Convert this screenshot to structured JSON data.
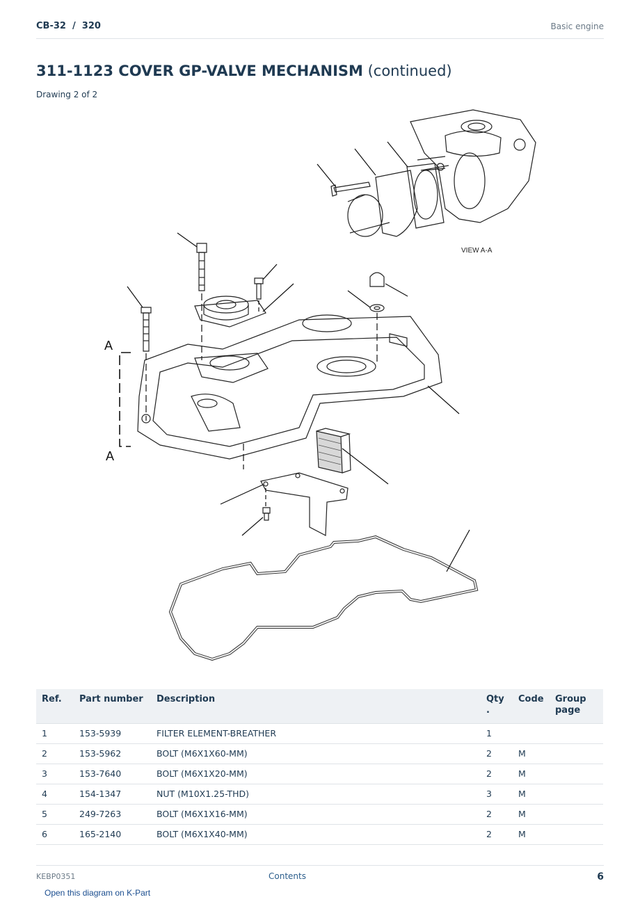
{
  "header": {
    "doc_id": "CB-32  /  320",
    "section": "Basic engine"
  },
  "title": {
    "main": "311-1123 COVER GP-VALVE MECHANISM",
    "suffix": " (continued)"
  },
  "subtitle": "Drawing 2 of 2",
  "diagram": {
    "view_label": "VIEW A-A",
    "section_mark_top": "A",
    "section_mark_bottom": "A"
  },
  "table": {
    "headers": {
      "ref": "Ref.",
      "part_number": "Part number",
      "description": "Description",
      "qty": "Qty\n.",
      "code": "Code",
      "group_page": "Group page"
    },
    "rows": [
      {
        "ref": "1",
        "part_number": "153-5939",
        "description": "FILTER ELEMENT-BREATHER",
        "qty": "1",
        "code": "",
        "group_page": ""
      },
      {
        "ref": "2",
        "part_number": "153-5962",
        "description": "BOLT (M6X1X60-MM)",
        "qty": "2",
        "code": "M",
        "group_page": ""
      },
      {
        "ref": "3",
        "part_number": "153-7640",
        "description": "BOLT (M6X1X20-MM)",
        "qty": "2",
        "code": "M",
        "group_page": ""
      },
      {
        "ref": "4",
        "part_number": "154-1347",
        "description": "NUT (M10X1.25-THD)",
        "qty": "3",
        "code": "M",
        "group_page": ""
      },
      {
        "ref": "5",
        "part_number": "249-7263",
        "description": "BOLT (M6X1X16-MM)",
        "qty": "2",
        "code": "M",
        "group_page": ""
      },
      {
        "ref": "6",
        "part_number": "165-2140",
        "description": "BOLT (M6X1X40-MM)",
        "qty": "2",
        "code": "M",
        "group_page": ""
      }
    ]
  },
  "footer": {
    "doc_code": "KEBP0351",
    "contents_link": "Contents",
    "page_number": "6"
  },
  "open_link": "Open this diagram on K-Part"
}
